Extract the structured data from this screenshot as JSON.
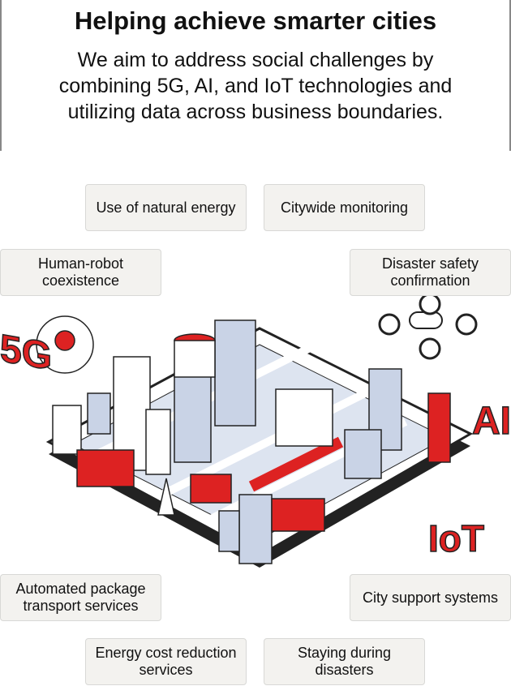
{
  "header": {
    "title": "Helping achieve smarter cities",
    "subtitle": "We aim to address social challenges by combining 5G, AI, and IoT technologies and utilizing data across business boundaries."
  },
  "labels": {
    "natural_energy": "Use of natural energy",
    "citywide_monitoring": "Citywide monitoring",
    "human_robot": "Human-robot coexistence",
    "disaster_safety": "Disaster safety confirmation",
    "automated_package": "Automated package transport services",
    "city_support": "City support systems",
    "energy_cost": "Energy cost reduction services",
    "staying_disasters": "Staying during disasters"
  },
  "badges": {
    "g5": "5G",
    "ai": "AI",
    "iot": "IoT"
  },
  "colors": {
    "accent": "#e01e1e",
    "box_bg": "#f3f2ef",
    "building": "#c9d3e6"
  }
}
